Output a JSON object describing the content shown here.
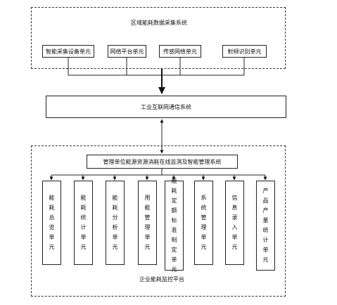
{
  "top_group": {
    "title": "区域能耗数据采集系统",
    "units": [
      "智能采集设备单元",
      "网络平台单元",
      "传感网络单元",
      "射频识别单元"
    ]
  },
  "middle": {
    "label": "工业互联网通信系统"
  },
  "bottom_group": {
    "system": "管理单位能源资源消耗在线监测及智能管理系统",
    "units": [
      "能耗总览单元",
      "能耗统计单元",
      "能耗分析单元",
      "用能管理单元",
      "能耗定额标准制定单元",
      "系统管理单元",
      "信息录入单元",
      "产品产量统计单元"
    ],
    "footer": "企业能耗监控平台"
  }
}
